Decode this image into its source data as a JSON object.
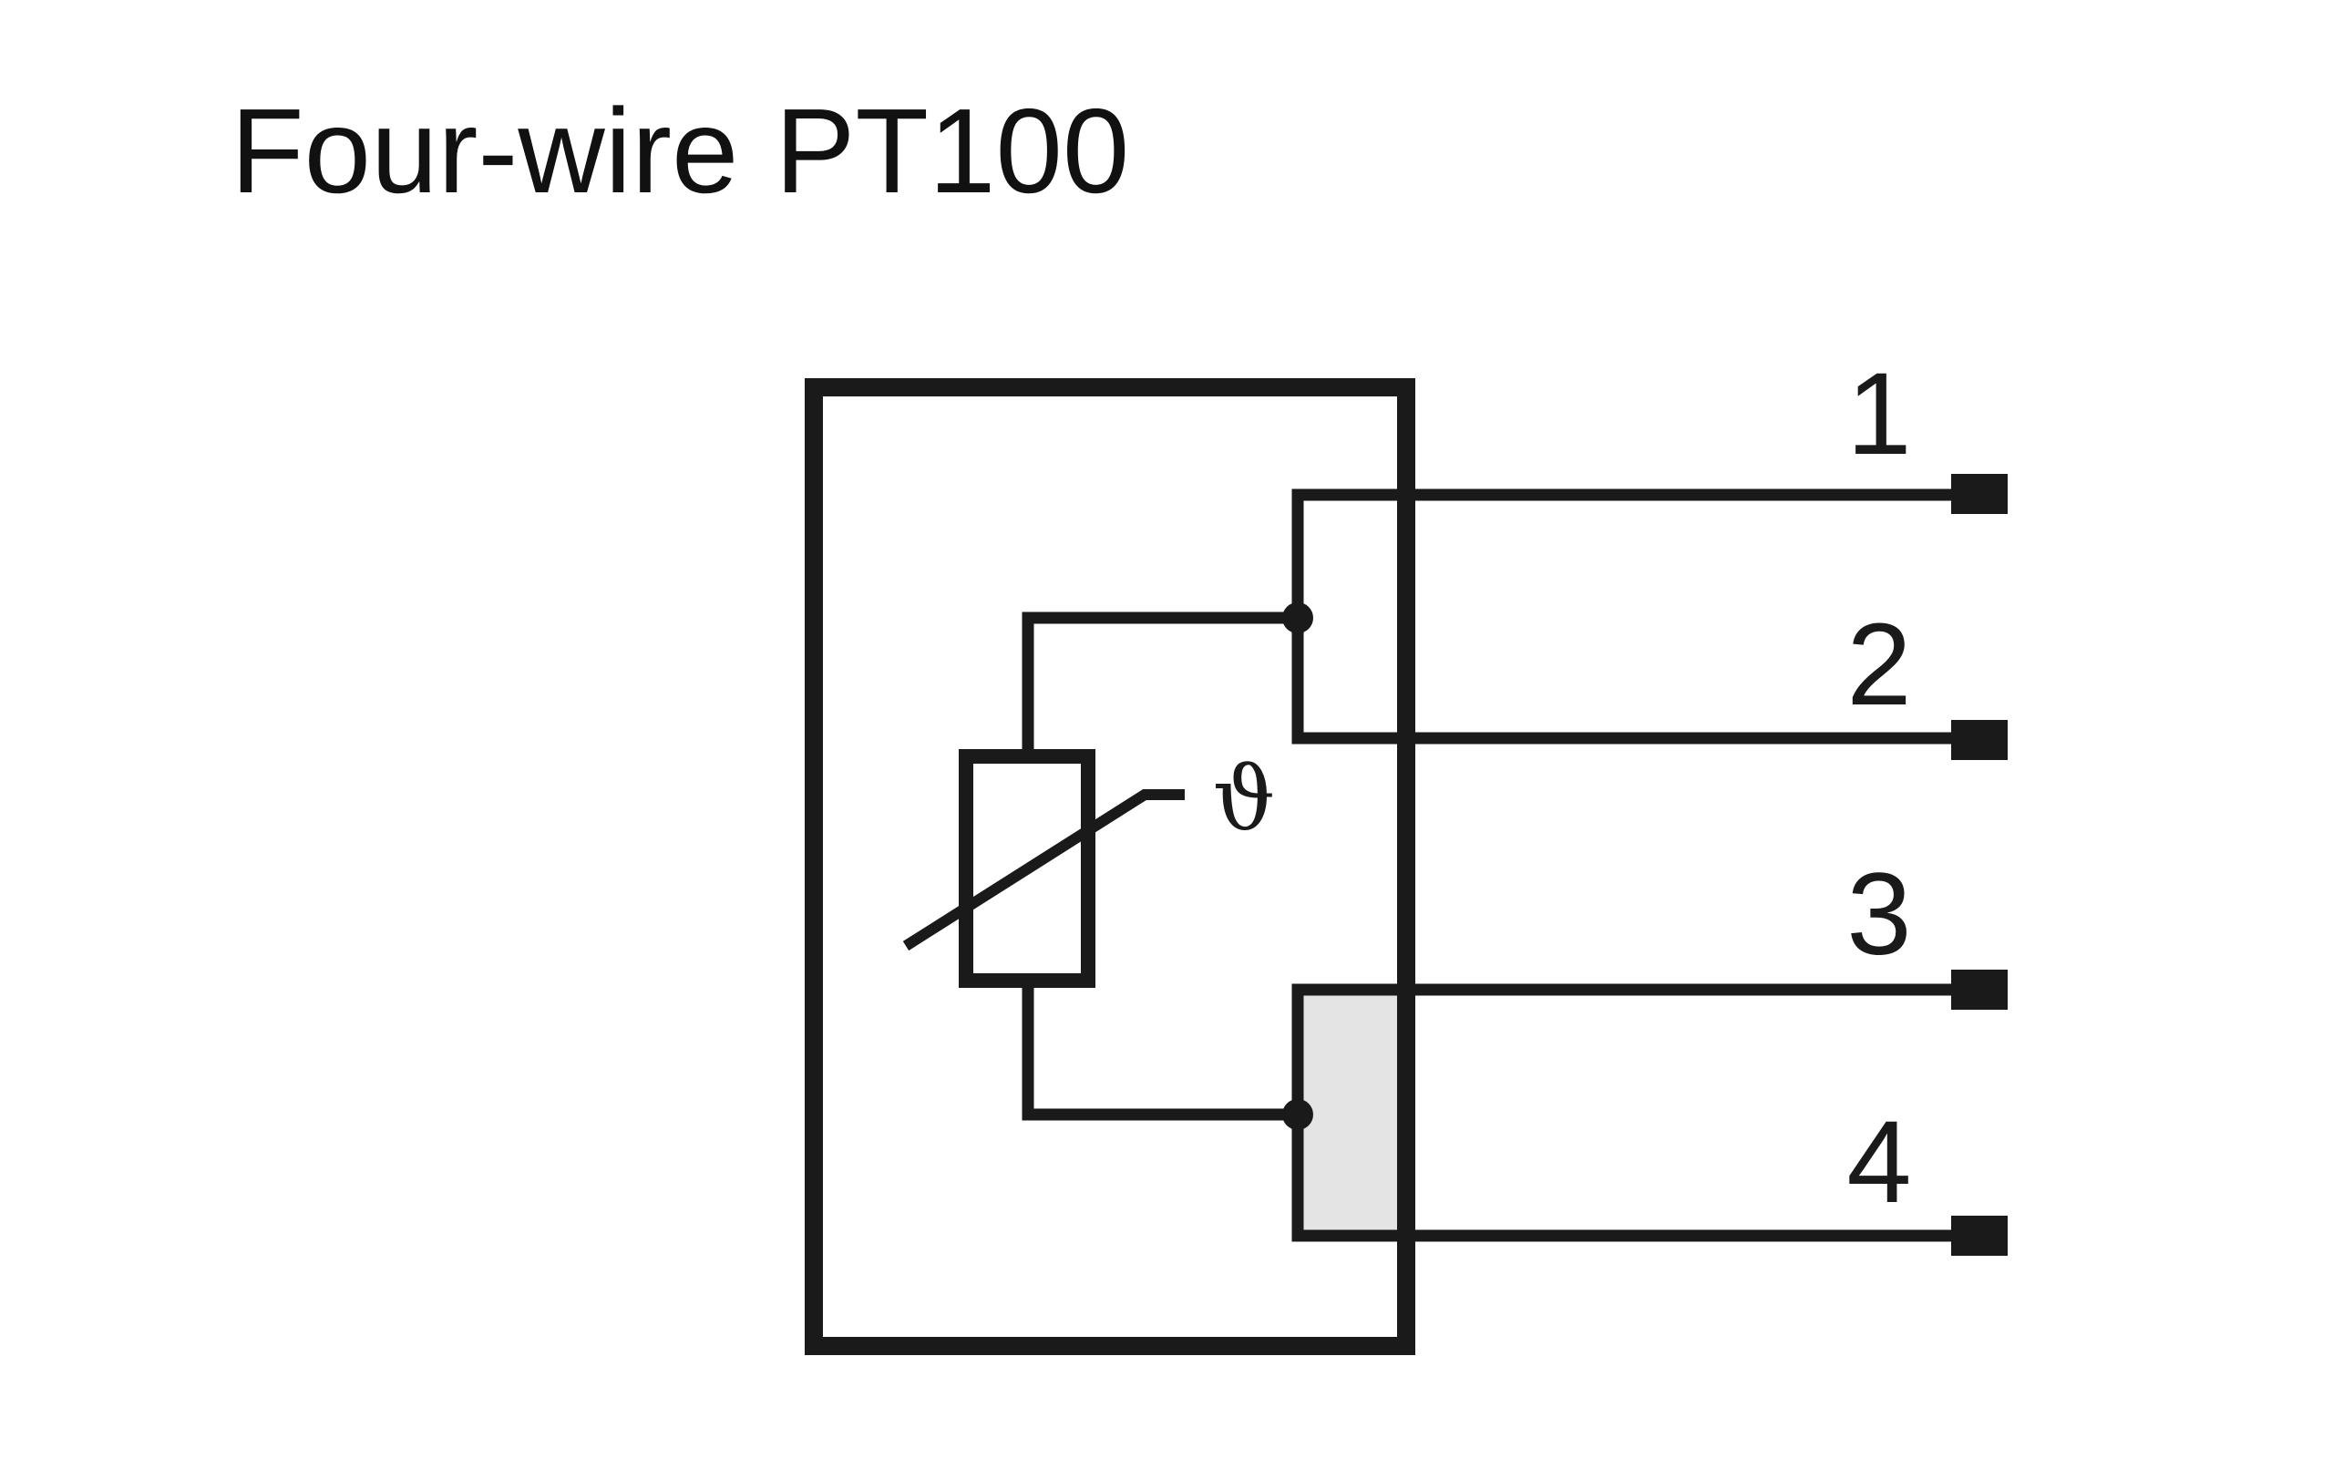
{
  "diagram": {
    "title_part1": "Four-wire",
    "title_part2": "PT100",
    "theta_symbol": "ϑ",
    "pins": [
      {
        "label": "1"
      },
      {
        "label": "2"
      },
      {
        "label": "3"
      },
      {
        "label": "4"
      }
    ],
    "colors": {
      "line": "#1a1a1a",
      "shade": "#e4e4e4",
      "background": "#ffffff"
    }
  }
}
